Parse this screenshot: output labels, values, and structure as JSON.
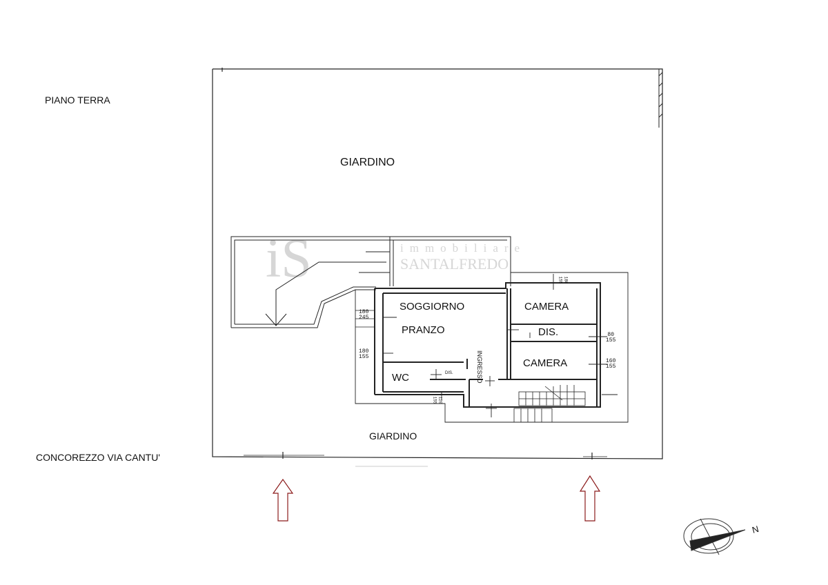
{
  "floor_label": "PIANO TERRA",
  "address_label": "CONCOREZZO VIA CANTU'",
  "garden_top": "GIARDINO",
  "garden_bottom": "GIARDINO",
  "rooms": {
    "soggiorno": "SOGGIORNO",
    "pranzo": "PRANZO",
    "camera_top": "CAMERA",
    "dis": "DIS.",
    "camera_bottom": "CAMERA",
    "wc": "WC",
    "dis_small": "DIS.",
    "ingresso": "INGRESSO"
  },
  "window_dims": {
    "w1": [
      "180",
      "245"
    ],
    "w2": [
      "180",
      "155"
    ],
    "w3": [
      "80",
      "155"
    ],
    "w4": [
      "160",
      "155"
    ],
    "w5": [
      "180",
      "155"
    ],
    "w6": [
      "120",
      "155"
    ]
  },
  "compass_label": "N",
  "watermark": {
    "logo": "iS",
    "line1": "immobiliare",
    "line2": "SANTALFREDO"
  },
  "colors": {
    "arrow": "#8b1a1a",
    "line": "#222222",
    "watermark": "#d6d6d6"
  }
}
